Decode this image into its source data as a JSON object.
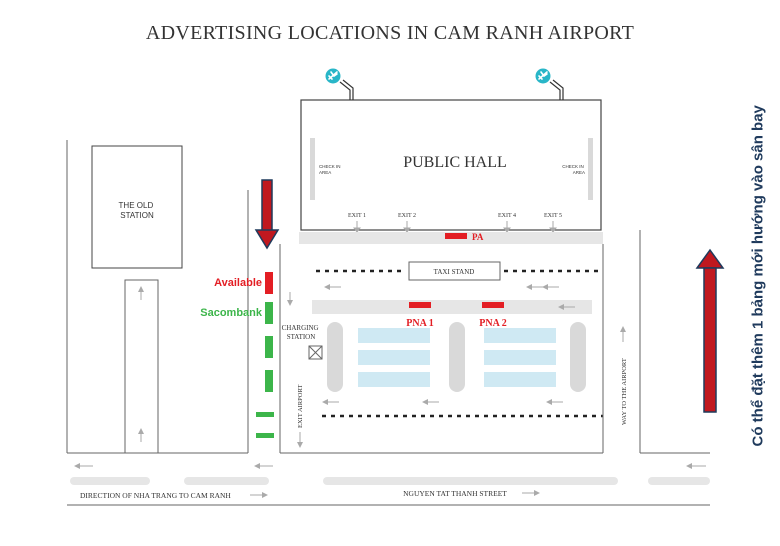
{
  "title": "ADVERTISING LOCATIONS IN CAM RANH AIRPORT",
  "labels": {
    "public_hall": "PUBLIC HALL",
    "check_in_left": [
      "CHECK IN",
      "AREA"
    ],
    "check_in_right": [
      "CHECK IN",
      "AREA"
    ],
    "old_station": [
      "THE OLD",
      "STATION"
    ],
    "exits": [
      "EXIT 1",
      "EXIT 2",
      "EXIT 4",
      "EXIT 5"
    ],
    "pa": "PA",
    "taxi_stand": "TAXI STAND",
    "pna1": "PNA 1",
    "pna2": "PNA 2",
    "charging_station": [
      "CHARGING",
      "STATION"
    ],
    "exit_airport": "EXIT AIRPORT",
    "way_to_airport": "WAY TO THE AIRPORT",
    "direction": "DIRECTION OF NHA TRANG TO CAM RANH",
    "street": "NGUYEN TAT THANH STREET"
  },
  "legend": {
    "available": "Available",
    "sacombank": "Sacombank"
  },
  "side_note": "Có thể đặt thêm 1 bảng mới hướng vào sân bay",
  "colors": {
    "available": "#e31e24",
    "sacombank": "#3cb54a",
    "road": "#e6e6e6",
    "parking": "#cfe9f3",
    "text": "#333333",
    "note": "#1f3a5c",
    "plane_icon": "#29b6c8"
  },
  "icons": [
    "airplane-icon",
    "airplane-icon",
    "down-arrow-icon",
    "up-arrow-icon"
  ]
}
